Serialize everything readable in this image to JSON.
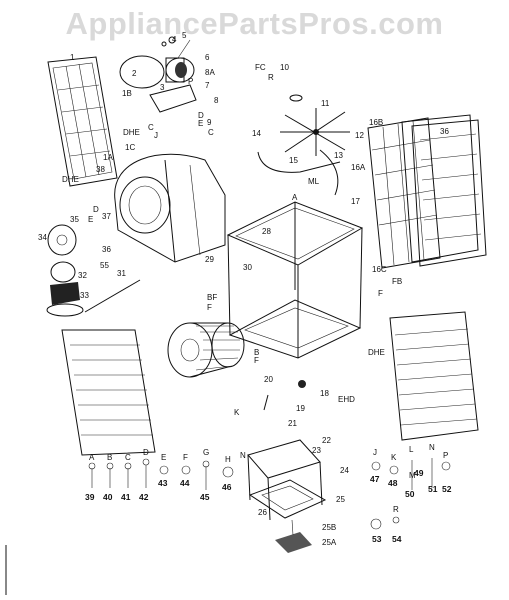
{
  "watermark": "AppliancePartsPros.com",
  "labels": {
    "n1": "1",
    "n1A": "1A",
    "n1B": "1B",
    "n1C": "1C",
    "n2": "2",
    "n3": "3",
    "n4": "4",
    "n5": "5",
    "n6": "6",
    "n7": "7",
    "n8": "8",
    "n8A": "8A",
    "n9": "9",
    "n10": "10",
    "n11": "11",
    "n12": "12",
    "n13": "13",
    "n14": "14",
    "n15": "15",
    "n16A": "16A",
    "n16B": "16B",
    "n16C": "16C",
    "n17": "17",
    "n18": "18",
    "n19": "19",
    "n20": "20",
    "n21": "21",
    "n22": "22",
    "n23": "23",
    "n24": "24",
    "n25": "25",
    "n25A": "25A",
    "n25B": "25B",
    "n26": "26",
    "n28": "28",
    "n29": "29",
    "n30": "30",
    "n31": "31",
    "n32": "32",
    "n33": "33",
    "n34": "34",
    "n35": "35",
    "n36": "36",
    "n37": "37",
    "n38": "38",
    "n39": "39",
    "n40": "40",
    "n41": "41",
    "n42": "42",
    "n43": "43",
    "n44": "44",
    "n45": "45",
    "n46": "46",
    "n47": "47",
    "n48": "48",
    "n49": "49",
    "n50": "50",
    "n51": "51",
    "n52": "52",
    "n53": "53",
    "n54": "54",
    "n55": "55",
    "lA": "A",
    "lB": "B",
    "lC": "C",
    "lD": "D",
    "lE": "E",
    "lF": "F",
    "lG": "G",
    "lH": "H",
    "lJ": "J",
    "lK": "K",
    "lL": "L",
    "lM": "M",
    "lN": "N",
    "lP": "P",
    "lR": "R",
    "lFB": "FB",
    "lBF": "BF",
    "lFC": "FC",
    "lDHE": "DHE",
    "lEHD": "EHD",
    "lML": "ML"
  }
}
